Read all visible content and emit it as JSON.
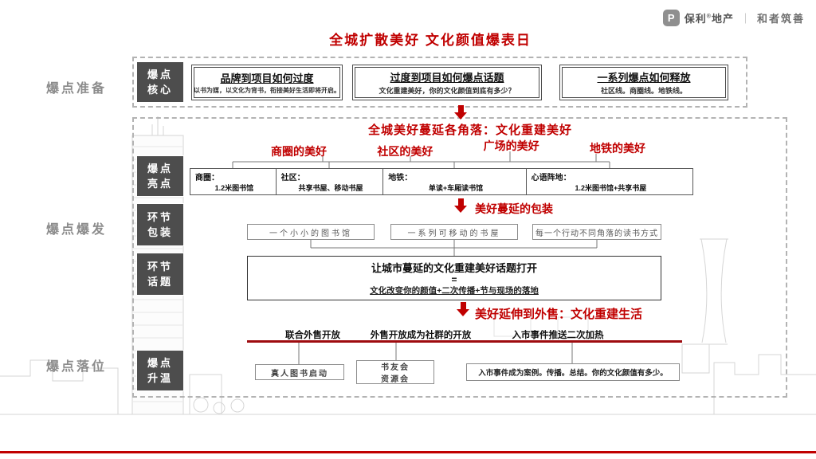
{
  "page": {
    "title": "全城扩散美好  文化颜值爆表日",
    "logo": {
      "icon_letter": "P",
      "brand": "保利",
      "reg": "®",
      "brand2": "地产",
      "divider": "｜",
      "slogan": "和者筑善"
    }
  },
  "colors": {
    "accent_red": "#C00000",
    "deep_red": "#9E0B0F",
    "tag_gray": "#4D4D4D"
  },
  "left_labels": [
    "爆点准备",
    "爆点爆发",
    "爆点落位"
  ],
  "stages": [
    {
      "id": "core",
      "lines": [
        "爆点",
        "核心"
      ]
    },
    {
      "id": "highlight",
      "lines": [
        "爆点",
        "亮点"
      ]
    },
    {
      "id": "package",
      "lines": [
        "环节",
        "包装"
      ]
    },
    {
      "id": "topic",
      "lines": [
        "环节",
        "话题"
      ]
    },
    {
      "id": "warmup",
      "lines": [
        "爆点",
        "升温"
      ]
    }
  ],
  "prep_section": {
    "boxes": [
      {
        "title": "品牌到项目如何过度",
        "subtitle": "以书为媒，以文化为背书，衔接美好生活即将开启。"
      },
      {
        "title": "过度到项目如何爆点话题",
        "subtitle": "文化重建美好，你的文化颜值到底有多少？"
      },
      {
        "title": "一系列爆点如何释放",
        "subtitle": "社区线。商圈线。地铁线。"
      }
    ]
  },
  "burst_section": {
    "headline": "全城美好蔓延各角落：文化重建美好",
    "spots": [
      "商圈的美好",
      "社区的美好",
      "广场的美好",
      "地铁的美好"
    ],
    "channels": [
      {
        "label": "商圈：",
        "value": "1.2米图书馆"
      },
      {
        "label": "社区：",
        "value": "共享书屋、移动书屋"
      },
      {
        "label": "地铁：",
        "value": "单读+车厢读书馆"
      },
      {
        "label": "心语阵地：",
        "value": "1.2米图书馆+共享书屋"
      }
    ],
    "package_label": "美好蔓延的包装",
    "package_boxes": [
      "一个小小的图书馆",
      "一系列可移动的书屋",
      "每一个行动不同角落的读书方式"
    ],
    "summary_line1": "让城市蔓延的文化重建美好话题打开",
    "summary_equals": "=",
    "summary_line2": "文化改变你的颜值+二次传播+节与现场的落地"
  },
  "landing_section": {
    "extend_label": "美好延伸到外售：文化重建生活",
    "timeline": [
      "联合外售开放",
      "外售开放成为社群的开放",
      "入市事件推送二次加热"
    ],
    "events": [
      {
        "lines": [
          "真人图书启动"
        ]
      },
      {
        "lines": [
          "书友会",
          "资源会"
        ]
      },
      {
        "lines": [
          "入市事件成为案例。传播。总结。你的文化颜值有多少。"
        ]
      }
    ]
  }
}
